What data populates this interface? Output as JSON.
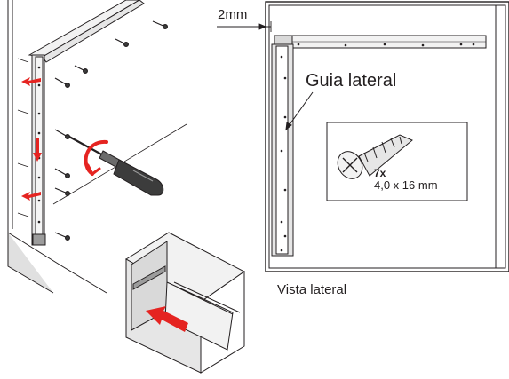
{
  "labels": {
    "gap_dimension": "2mm",
    "side_rail": "Guia lateral",
    "side_view": "Vista lateral",
    "screw_quantity": "7x",
    "screw_size": "4,0 x 16 mm"
  },
  "colors": {
    "arrow_red": "#e52421",
    "line": "#231f20",
    "panel_fill": "#f2f2f2",
    "rail_fill": "#e6e6e6",
    "shadow_fill": "#d9d9d9",
    "handle_dark": "#3c3c3c"
  },
  "icons": [
    "screwdriver-icon",
    "rotation-arrow-icon",
    "screw-icon",
    "push-arrow-icon"
  ]
}
